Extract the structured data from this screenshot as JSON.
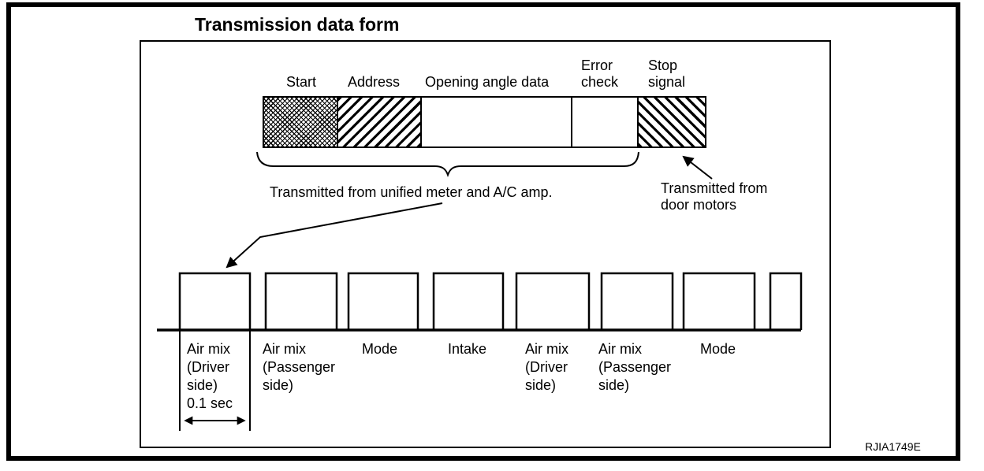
{
  "title": "Transmission data form",
  "code": "RJIA1749E",
  "colors": {
    "ink": "#000000",
    "paper": "#ffffff"
  },
  "frame_bar": {
    "segments": [
      {
        "name": "start",
        "label_lines": [
          "Start"
        ],
        "pattern": "crosshatch"
      },
      {
        "name": "address",
        "label_lines": [
          "Address"
        ],
        "pattern": "diagonal-up-hatch"
      },
      {
        "name": "opening-angle-data",
        "label_lines": [
          "Opening angle data"
        ],
        "pattern": "plain"
      },
      {
        "name": "error-check",
        "label_lines": [
          "Error",
          "check"
        ],
        "pattern": "plain"
      },
      {
        "name": "stop-signal",
        "label_lines": [
          "Stop",
          "signal"
        ],
        "pattern": "diagonal-down-hatch"
      }
    ]
  },
  "annotations": {
    "meter": "Transmitted from unified meter and A/C amp.",
    "door": {
      "lines": [
        "Transmitted from",
        "door motors"
      ]
    }
  },
  "pulse_train": {
    "labels": [
      {
        "lines": [
          "Air mix",
          "(Driver",
          "side)",
          "0.1 sec"
        ]
      },
      {
        "lines": [
          "Air mix",
          "(Passenger",
          "side)"
        ]
      },
      {
        "lines": [
          "Mode"
        ]
      },
      {
        "lines": [
          "Intake"
        ]
      },
      {
        "lines": [
          "Air mix",
          "(Driver",
          "side)"
        ]
      },
      {
        "lines": [
          "Air mix",
          "(Passenger",
          "side)"
        ]
      },
      {
        "lines": [
          "Mode"
        ]
      }
    ]
  }
}
